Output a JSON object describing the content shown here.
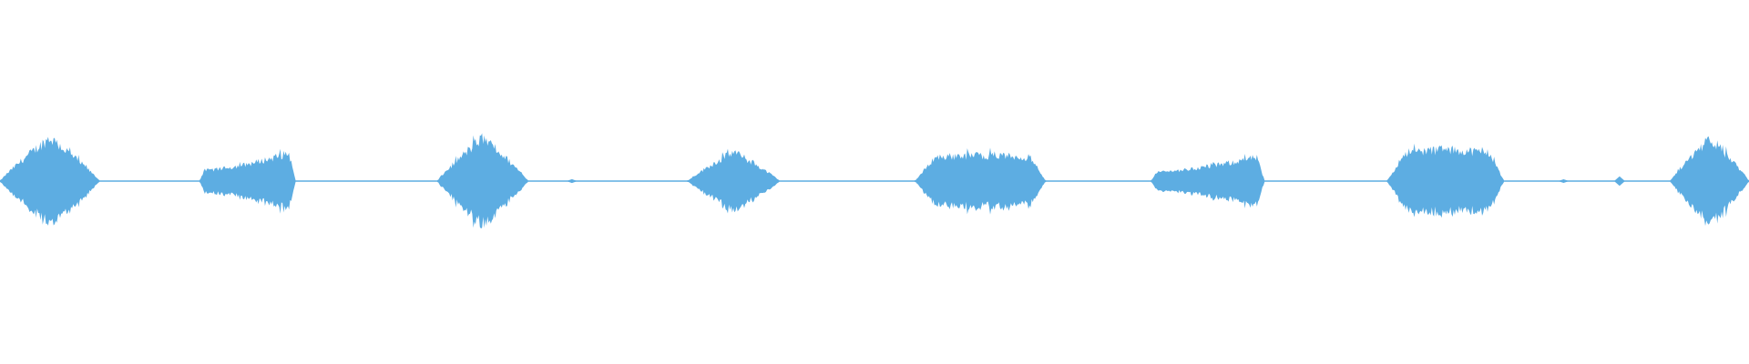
{
  "waveform": {
    "color": "#5dade2",
    "background": "#ffffff",
    "peak_amplitude": 1.0,
    "bursts": [
      {
        "start": 0.0,
        "end": 0.057,
        "peak": 0.98,
        "shape": "diamond"
      },
      {
        "start": 0.114,
        "end": 0.169,
        "peak": 0.68,
        "shape": "ramp-up"
      },
      {
        "start": 0.25,
        "end": 0.302,
        "peak": 0.98,
        "shape": "diamond"
      },
      {
        "start": 0.393,
        "end": 0.446,
        "peak": 0.66,
        "shape": "diamond"
      },
      {
        "start": 0.523,
        "end": 0.598,
        "peak": 0.58,
        "shape": "plateau"
      },
      {
        "start": 0.658,
        "end": 0.723,
        "peak": 0.58,
        "shape": "ramp-up"
      },
      {
        "start": 0.793,
        "end": 0.86,
        "peak": 0.7,
        "shape": "plateau"
      },
      {
        "start": 0.955,
        "end": 1.0,
        "peak": 0.98,
        "shape": "diamond"
      }
    ],
    "small_blips": [
      {
        "pos": 0.327,
        "amp": 0.04
      },
      {
        "pos": 0.527,
        "amp": 0.07
      },
      {
        "pos": 0.894,
        "amp": 0.03
      },
      {
        "pos": 0.926,
        "amp": 0.1
      }
    ]
  }
}
